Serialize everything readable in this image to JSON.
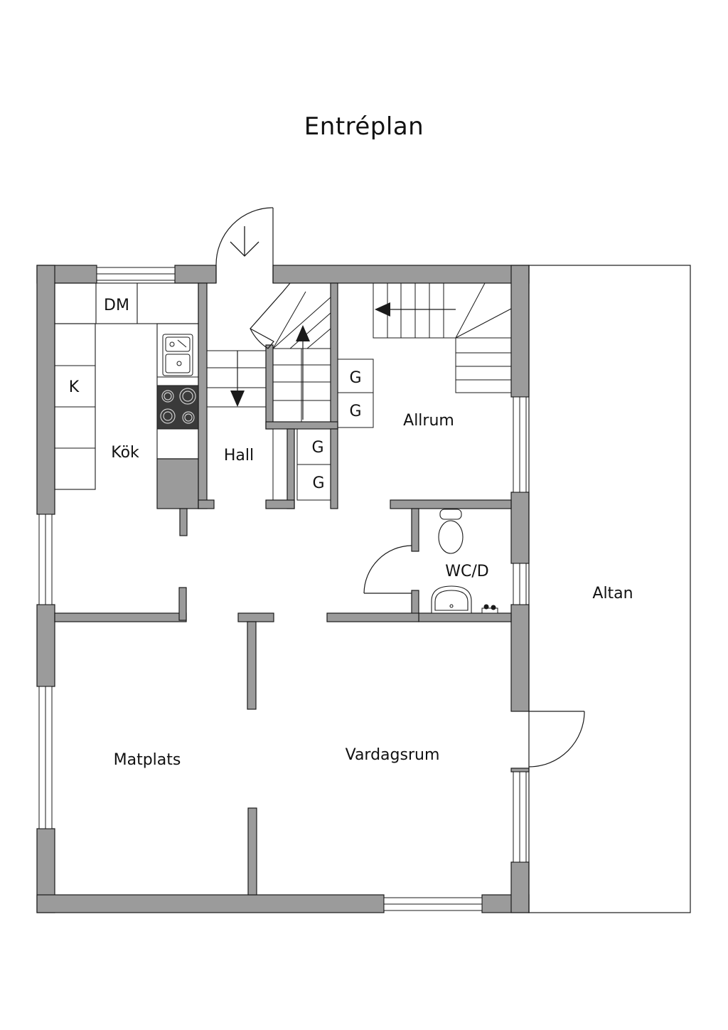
{
  "title": "Entréplan",
  "rooms": {
    "kok": "Kök",
    "hall": "Hall",
    "allrum": "Allrum",
    "wc": "WC/D",
    "matplats": "Matplats",
    "vardagsrum": "Vardagsrum",
    "altan": "Altan"
  },
  "fixtures": {
    "dishwasher": "DM",
    "fridge": "K",
    "closet": "G"
  },
  "colors": {
    "wall": "#9b9b9b",
    "line": "#1a1a1a",
    "background": "#ffffff"
  },
  "icons": [
    "entrance-door-arrow-icon",
    "stair-up-arrow-icon",
    "stair-down-arrow-icon",
    "sink-icon",
    "stove-icon",
    "toilet-icon",
    "washbasin-icon"
  ]
}
